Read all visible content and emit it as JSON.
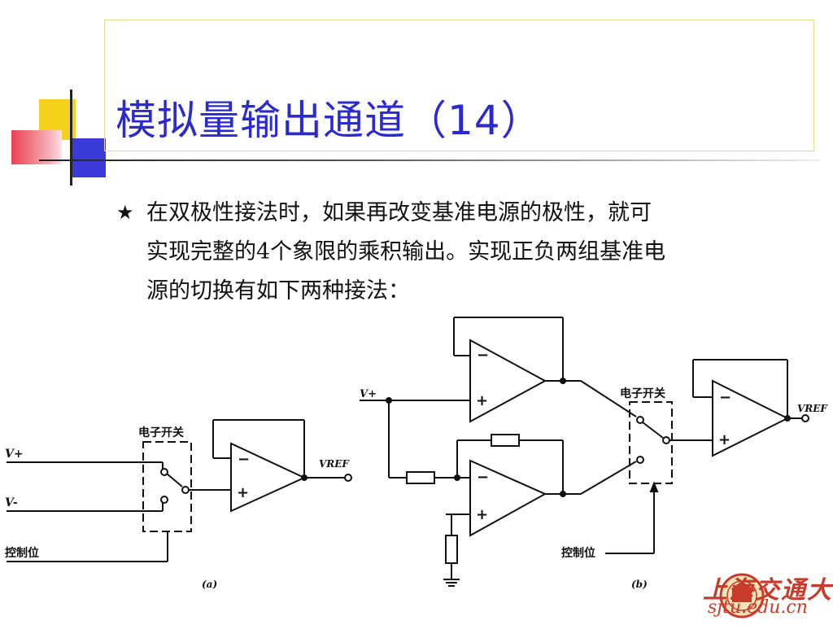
{
  "slide": {
    "title_prefix": "模拟量输出通道（",
    "title_number": "14",
    "title_suffix": "）",
    "bullet_symbol": "★",
    "bullet_lines": [
      "在双极性接法时，如果再改变基准电源的极性，就可",
      "实现完整的4个象限的乘积输出。实现正负两组基准电",
      "源的切换有如下两种接法："
    ]
  },
  "diagram": {
    "left": {
      "switch_label": "电子开关",
      "input_top": "V+",
      "input_bottom": "V-",
      "control_label": "控制位",
      "output_label": "VREF",
      "caption": "(a)",
      "opamp_minus": "−",
      "opamp_plus": "+"
    },
    "right": {
      "input_label": "V+",
      "switch_label": "电子开关",
      "control_label": "控制位",
      "output_label": "VREF",
      "caption": "(b)",
      "opamp_minus": "−",
      "opamp_plus": "+"
    }
  },
  "logo": {
    "name": "上海交通大学",
    "url": "sjtu.edu.cn"
  },
  "colors": {
    "title": "#2a2ad0",
    "accent_yellow": "#f5d21c",
    "accent_blue": "#3a3ad8",
    "accent_red": "#e84050",
    "logo_red": "#c83a2a"
  }
}
